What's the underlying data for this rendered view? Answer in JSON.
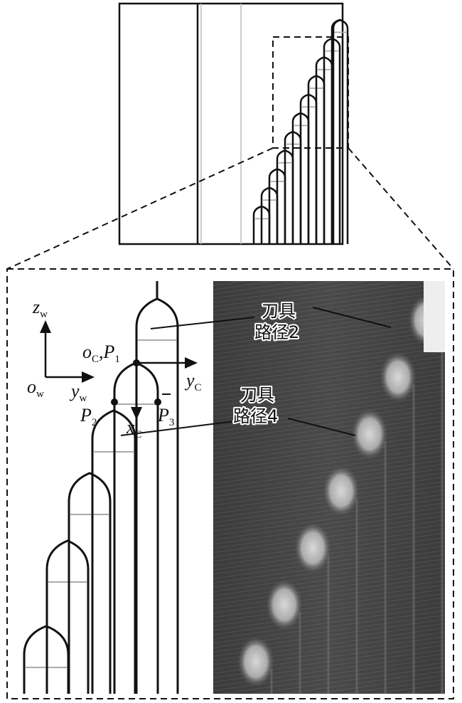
{
  "labels": {
    "zw": {
      "main": "z",
      "sub": "w"
    },
    "ow": {
      "main": "o",
      "sub": "w"
    },
    "yw": {
      "main": "y",
      "sub": "w"
    },
    "oc": {
      "main": "o",
      "sub": "C"
    },
    "p1": {
      "main": "P",
      "sub": "1"
    },
    "yc": {
      "main": "y",
      "sub": "C"
    },
    "xc": {
      "main": "x",
      "sub": "C"
    },
    "p2": {
      "main": "P",
      "sub": "2"
    },
    "p3": {
      "main": "P",
      "sub": "3"
    },
    "comma": ","
  },
  "callouts": [
    {
      "line1": "刀具",
      "line2": "路径2"
    },
    {
      "line1": "刀具",
      "line2": "路径4"
    }
  ],
  "colors": {
    "stroke": "#111111",
    "guide": "#aaaaaa",
    "photo_dark": "#3a3a3a",
    "photo_light": "#e8e8e8"
  }
}
